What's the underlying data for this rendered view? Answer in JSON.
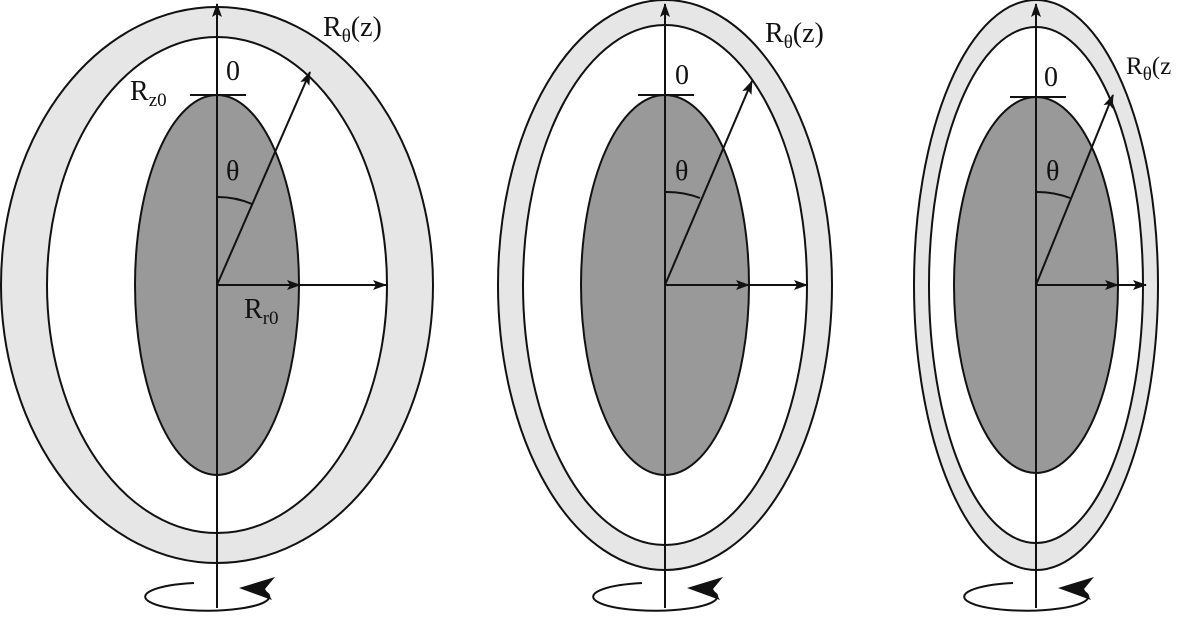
{
  "colors": {
    "shell": "#e6e6e6",
    "core": "#999999",
    "stroke": "#111111",
    "background": "#ffffff"
  },
  "common": {
    "origin_label": "0",
    "theta_label": "θ"
  },
  "panels": [
    {
      "shell_label_main": "R",
      "shell_label_sub": "θ",
      "shell_label_tail": "(z)",
      "z_label_main": "R",
      "z_label_sub": "z0",
      "r_label_main": "R",
      "r_label_sub": "r0"
    },
    {
      "shell_label_main": "R",
      "shell_label_sub": "θ",
      "shell_label_tail": "(z)"
    },
    {
      "shell_label_main": "R",
      "shell_label_sub": "θ",
      "shell_label_tail": "(z"
    }
  ],
  "icons": {
    "rotation": "rotation-arrow-icon"
  }
}
